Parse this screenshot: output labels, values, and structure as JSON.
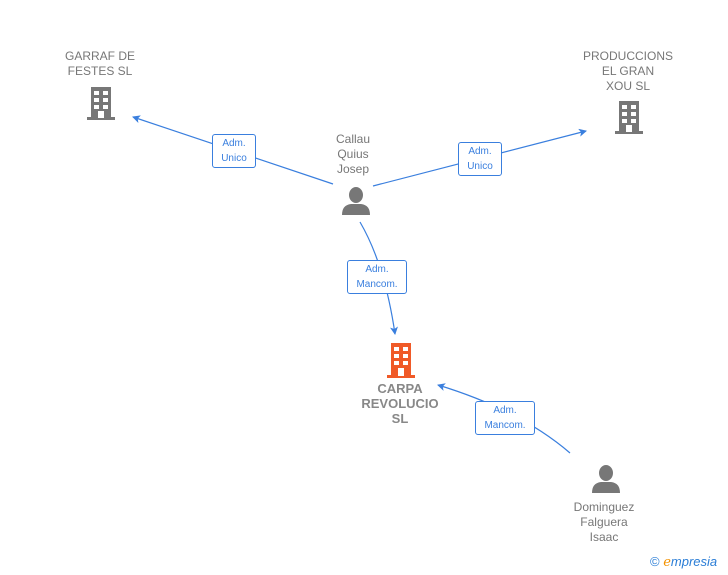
{
  "nodes": {
    "garraf": {
      "label": [
        "GARRAF DE",
        "FESTES  SL"
      ],
      "type": "company"
    },
    "producciones": {
      "label": [
        "PRODUCCIONS",
        "EL GRAN",
        "XOU SL"
      ],
      "type": "company"
    },
    "callau": {
      "label": [
        "Callau",
        "Quius",
        "Josep"
      ],
      "type": "person"
    },
    "carpa": {
      "label": [
        "CARPA",
        "REVOLUCIO",
        "SL"
      ],
      "type": "company-main"
    },
    "dominguez": {
      "label": [
        "Dominguez",
        "Falguera",
        "Isaac"
      ],
      "type": "person"
    }
  },
  "relations": [
    {
      "from": "Callau Quius Josep",
      "to": "GARRAF DE FESTES SL",
      "label": [
        "Adm.",
        "Unico"
      ]
    },
    {
      "from": "Callau Quius Josep",
      "to": "PRODUCCIONS EL GRAN XOU SL",
      "label": [
        "Adm.",
        "Unico"
      ]
    },
    {
      "from": "Callau Quius Josep",
      "to": "CARPA REVOLUCIO SL",
      "label": [
        "Adm.",
        "Mancom."
      ]
    },
    {
      "from": "Dominguez Falguera Isaac",
      "to": "CARPA REVOLUCIO SL",
      "label": [
        "Adm.",
        "Mancom."
      ]
    }
  ],
  "footer": {
    "copyright": "©",
    "brand_initial": "e",
    "brand_rest": "mpresia"
  },
  "colors": {
    "edge": "#3a7fde",
    "company": "#777777",
    "main_company": "#f05a28",
    "person": "#777777",
    "brand_orange": "#f39200"
  }
}
